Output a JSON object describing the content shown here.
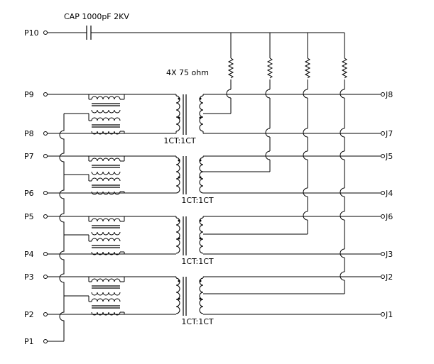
{
  "capacitor_label": "CAP  1000pF  2KV",
  "resistor_label": "4X  75  ohm",
  "ratio_label": "1CT:1CT",
  "left_pins": [
    "P10",
    "P9",
    "P8",
    "P7",
    "P6",
    "P5",
    "P4",
    "P3",
    "P2",
    "P1"
  ],
  "right_pins": [
    "J8",
    "J7",
    "J5",
    "J4",
    "J6",
    "J3",
    "J2",
    "J1"
  ]
}
